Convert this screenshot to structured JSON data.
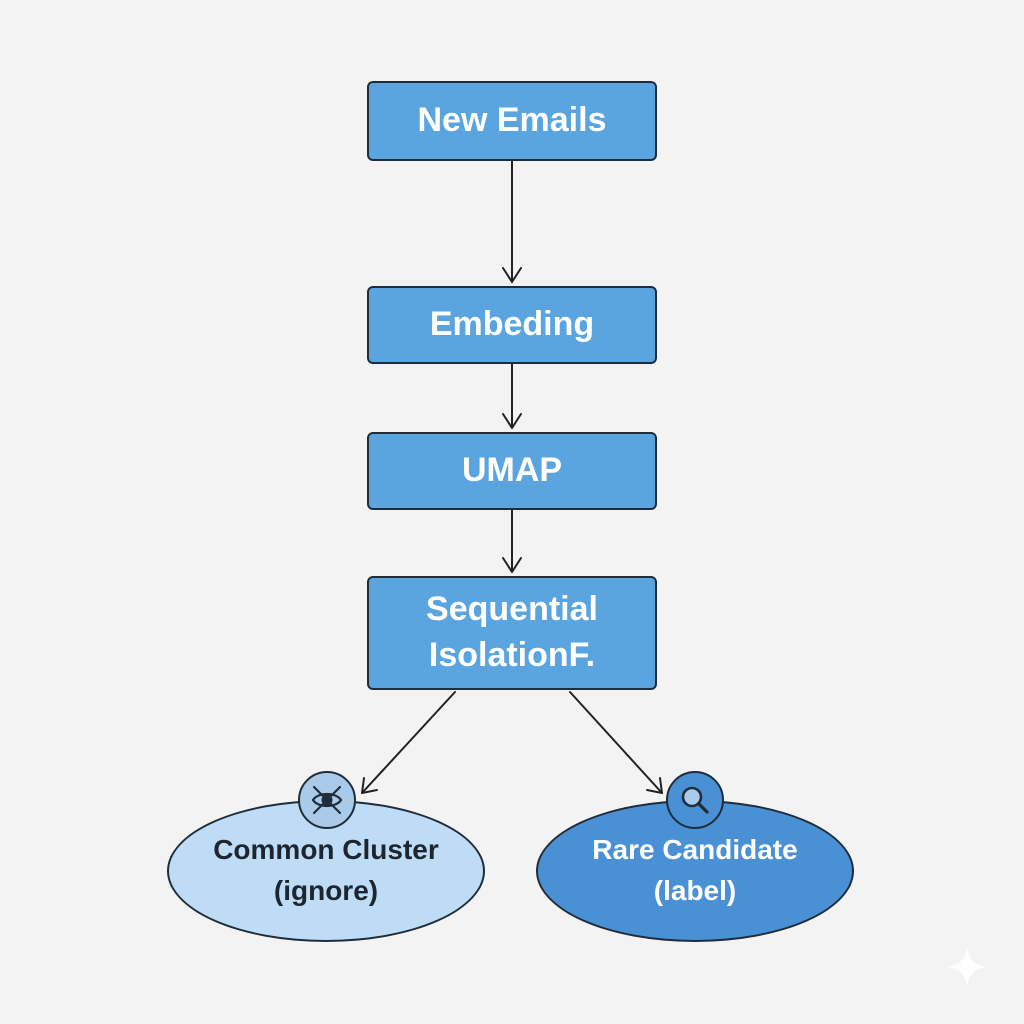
{
  "diagram": {
    "nodes": {
      "new_emails": "New Emails",
      "embedding": "Embeding",
      "umap": "UMAP",
      "sequential_line1": "Sequential",
      "sequential_line2": "IsolationF."
    },
    "outcomes": {
      "common_line1": "Common Cluster",
      "common_line2": "(ignore)",
      "rare_line1": "Rare Candidate",
      "rare_line2": "(label)"
    },
    "icons": {
      "common": "no-eye-icon",
      "rare": "search-icon",
      "corner": "sparkle-icon"
    }
  },
  "colors": {
    "background": "#f3f3f4",
    "box_fill": "#5aa5e0",
    "outline": "#1f2d3a",
    "common_fill": "#bfdcf6",
    "rare_fill": "#4a90d4"
  }
}
